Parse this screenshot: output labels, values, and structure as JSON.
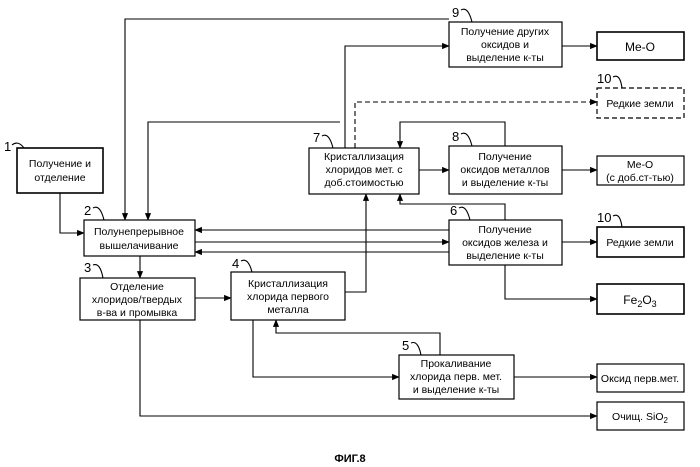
{
  "figure_caption": "ФИГ.8",
  "blocks": {
    "b1": {
      "number": "1",
      "lines": [
        "Получение и",
        "отделение"
      ]
    },
    "b2": {
      "number": "2",
      "lines": [
        "Полунепрерывное",
        "вышелачивание"
      ]
    },
    "b3": {
      "number": "3",
      "lines": [
        "Отделение",
        "хлоридов/твердых",
        "в-ва и промывка"
      ]
    },
    "b4": {
      "number": "4",
      "lines": [
        "Кристаллизация",
        "хлорида первого",
        "металла"
      ]
    },
    "b5": {
      "number": "5",
      "lines": [
        "Прокаливание",
        "хлорида перв. мет.",
        "и выделение к-ты"
      ]
    },
    "b6": {
      "number": "6",
      "lines": [
        "Получение",
        "оксидов железа и",
        "выделение к-ты"
      ]
    },
    "b7": {
      "number": "7",
      "lines": [
        "Кристаллизация",
        "хлоридов мет. с",
        "доб.стоимостью"
      ]
    },
    "b8": {
      "number": "8",
      "lines": [
        "Получение",
        "оксидов металлов",
        "и выделение к-ты"
      ]
    },
    "b9": {
      "number": "9",
      "lines": [
        "Получение других",
        "оксидов и",
        "выделение к-ты"
      ]
    }
  },
  "outputs": {
    "meo_top": {
      "text": "Me-O"
    },
    "rare_dashed": {
      "number": "10",
      "text": "Редкие земли"
    },
    "meo_added": {
      "lines": [
        "Me-O",
        "(с доб.ст-тью)"
      ]
    },
    "rare_solid": {
      "number": "10",
      "text": "Редкие земли"
    },
    "fe2o3": {
      "text": "Fe",
      "sub": "2",
      "text2": "O",
      "sub2": "3"
    },
    "oxide_first": {
      "text": "Оксид перв.мет."
    },
    "sio2": {
      "text": "Очищ. SiO",
      "sub": "2"
    }
  }
}
